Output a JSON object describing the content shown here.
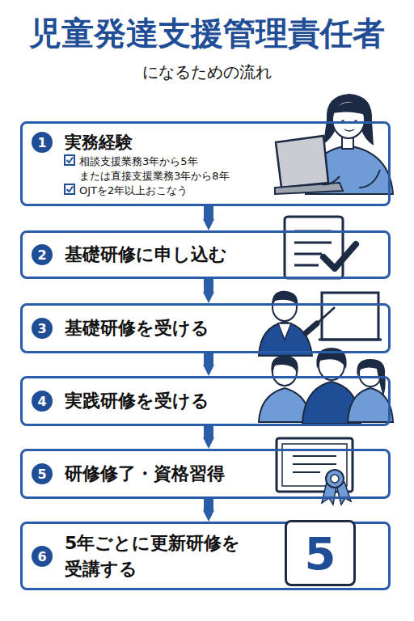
{
  "diagram": {
    "title": "児童発達支援管理責任者",
    "caption": "になるための流れ",
    "nodes": [
      {
        "text": [
          "実務経験",
          "相談支援業務3年から5年 または直接支援業務3年から8年",
          "OJTを2年以上おこなう"
        ]
      },
      {
        "text": [
          "1"
        ],
        "in": 0
      },
      {
        "text": [
          "基礎研修に申し込む"
        ]
      },
      {
        "text": [
          "2"
        ],
        "in": 2
      },
      {
        "text": [
          "基礎研修を受ける"
        ]
      },
      {
        "text": [
          "3"
        ],
        "in": 4
      },
      {
        "text": [
          "実践研修を受ける"
        ]
      },
      {
        "text": [
          "4"
        ],
        "in": 6
      },
      {
        "text": [
          "研修修了・資格習得"
        ]
      },
      {
        "text": [
          "5"
        ],
        "in": 8
      },
      {
        "text": [
          "5年ごとに更新研修を 受講する"
        ]
      },
      {
        "text": [
          "6"
        ],
        "in": 10
      },
      {
        "text": [
          "5"
        ]
      }
    ],
    "edges": [
      {
        "from": 0,
        "to": 2,
        "arrow": "to"
      },
      {
        "from": 2,
        "to": 4,
        "arrow": "to"
      },
      {
        "from": 4,
        "to": 6,
        "arrow": "to"
      },
      {
        "from": 6,
        "to": 8,
        "arrow": "to"
      },
      {
        "from": 8,
        "to": 10,
        "arrow": "to"
      }
    ]
  }
}
